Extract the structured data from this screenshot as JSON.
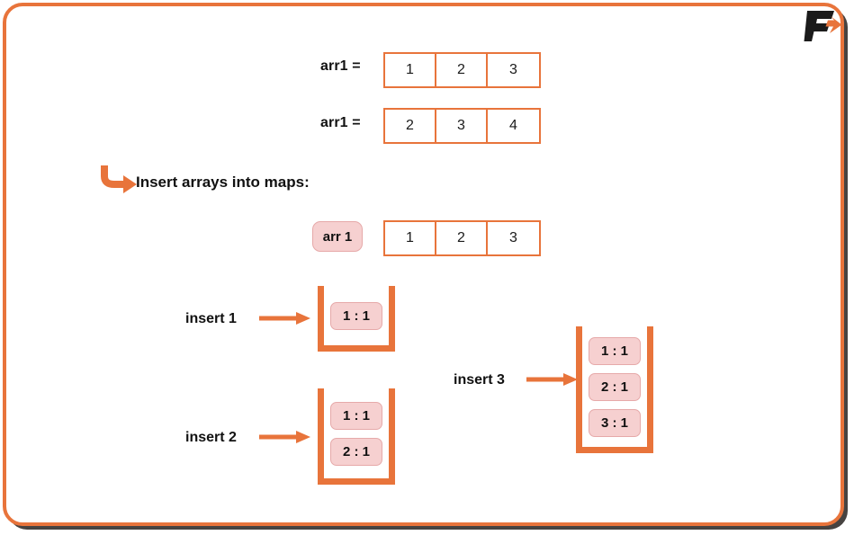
{
  "logo": {
    "letter": "F",
    "chevron": "chevron-right",
    "letter_color": "#1b1b1b",
    "accent_color": "#E8743B"
  },
  "theme": {
    "accent": "#E8743B",
    "badge_fill": "#F6D0D0",
    "badge_border": "#E6A9A9",
    "text": "#111111",
    "background": "#ffffff"
  },
  "arrays": [
    {
      "label": "arr1 =",
      "cells": [
        "1",
        "2",
        "3"
      ]
    },
    {
      "label": "arr1 =",
      "cells": [
        "2",
        "3",
        "4"
      ]
    }
  ],
  "section": {
    "arrow_icon": "curved-arrow-right",
    "heading": "Insert arrays into maps:"
  },
  "source_array": {
    "badge": "arr 1",
    "cells": [
      "1",
      "2",
      "3"
    ]
  },
  "steps": [
    {
      "label": "insert 1",
      "arrow_icon": "arrow-right",
      "entries": [
        "1 : 1"
      ]
    },
    {
      "label": "insert 2",
      "arrow_icon": "arrow-right",
      "entries": [
        "1 : 1",
        "2 : 1"
      ]
    },
    {
      "label": "insert 3",
      "arrow_icon": "arrow-right",
      "entries": [
        "1 : 1",
        "2 : 1",
        "3 : 1"
      ]
    }
  ]
}
